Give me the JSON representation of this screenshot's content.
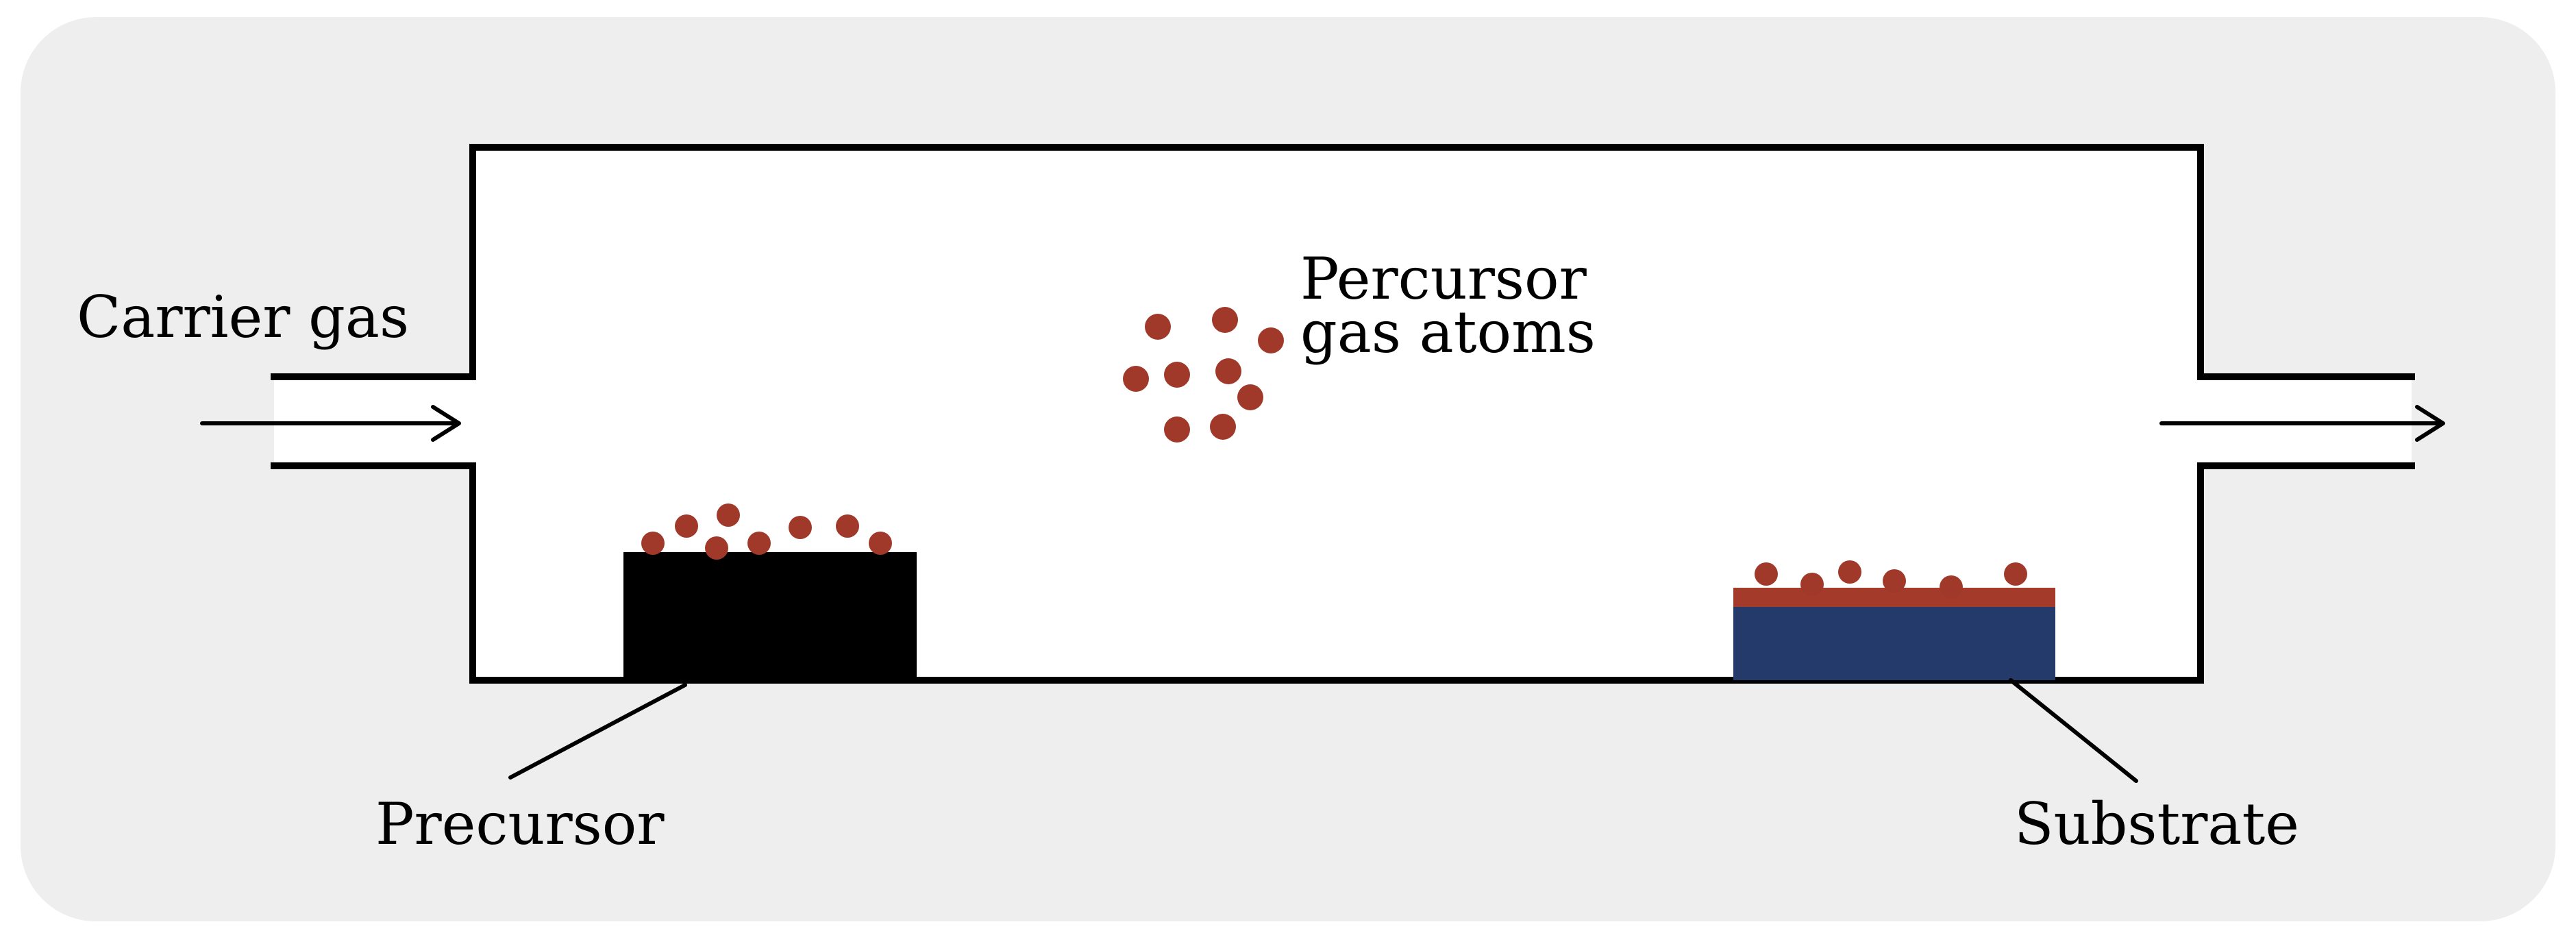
{
  "labels": {
    "carrier_gas": "Carrier gas",
    "percursor_line1": "Percursor",
    "percursor_line2": "gas atoms",
    "precursor": "Precursor",
    "substrate": "Substrate"
  },
  "colors": {
    "panel_background": "#eeeeee",
    "chamber_fill": "#ffffff",
    "outline": "#000000",
    "precursor_block": "#000000",
    "atom": "#a0392a",
    "deposited_layer": "#a33a2a",
    "substrate": "#233a6a"
  }
}
